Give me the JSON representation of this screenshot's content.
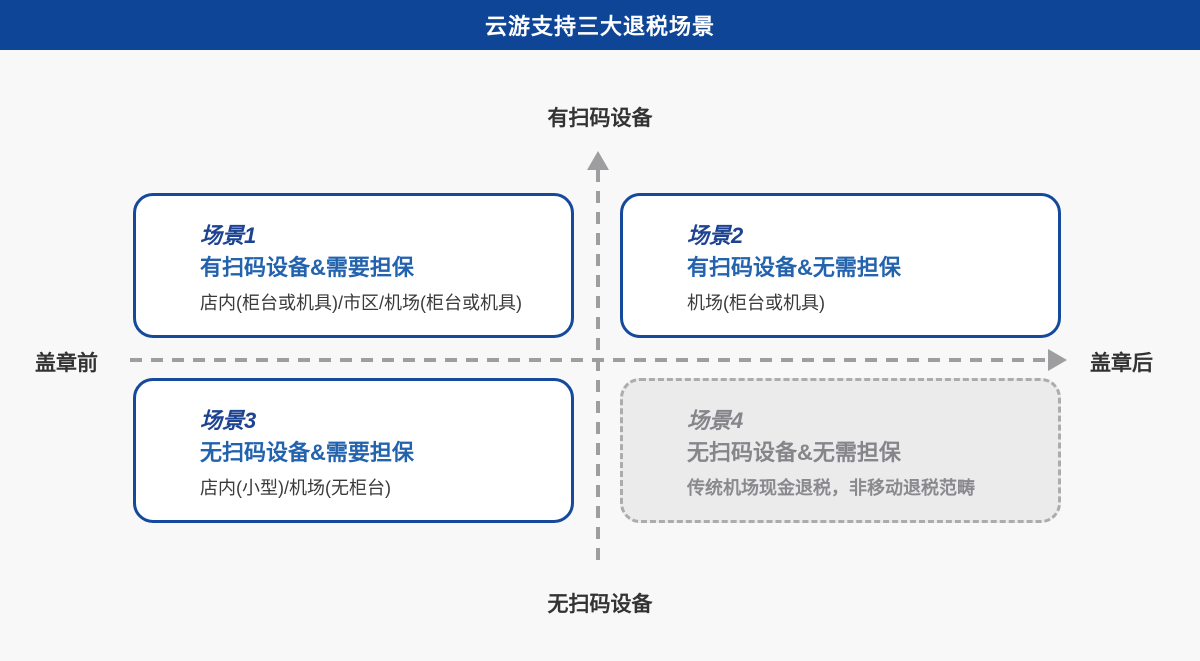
{
  "header": {
    "title": "云游支持三大退税场景"
  },
  "axes": {
    "vertical_top_label": "有扫码设备",
    "vertical_bottom_label": "无扫码设备",
    "horizontal_left_label": "盖章前",
    "horizontal_right_label": "盖章后"
  },
  "quadrants": [
    {
      "id": "scenario-1",
      "title": "场景1",
      "subtitle": "有扫码设备&需要担保",
      "detail": "店内(柜台或机具)/市区/机场(柜台或机具)",
      "state": "supported"
    },
    {
      "id": "scenario-2",
      "title": "场景2",
      "subtitle": "有扫码设备&无需担保",
      "detail": "机场(柜台或机具)",
      "state": "supported"
    },
    {
      "id": "scenario-3",
      "title": "场景3",
      "subtitle": "无扫码设备&需要担保",
      "detail": "店内(小型)/机场(无柜台)",
      "state": "supported"
    },
    {
      "id": "scenario-4",
      "title": "场景4",
      "subtitle": "无扫码设备&无需担保",
      "detail": "传统机场现金退税，非移动退税范畴",
      "state": "not-supported"
    }
  ],
  "colors": {
    "header_bg": "#0E4596",
    "card_border_blue": "#14499C",
    "card_title_navy": "#1D4392",
    "card_subtitle_blue": "#2363AE",
    "detail_text": "#3A3A3A",
    "axis_gray": "#9E9EA0",
    "axis_label_dark": "#333333",
    "inactive_card_bg": "#EBEBEC",
    "inactive_card_border": "#ACACAE",
    "inactive_text_gray": "#85858A",
    "page_bg": "#F8F8F9"
  }
}
